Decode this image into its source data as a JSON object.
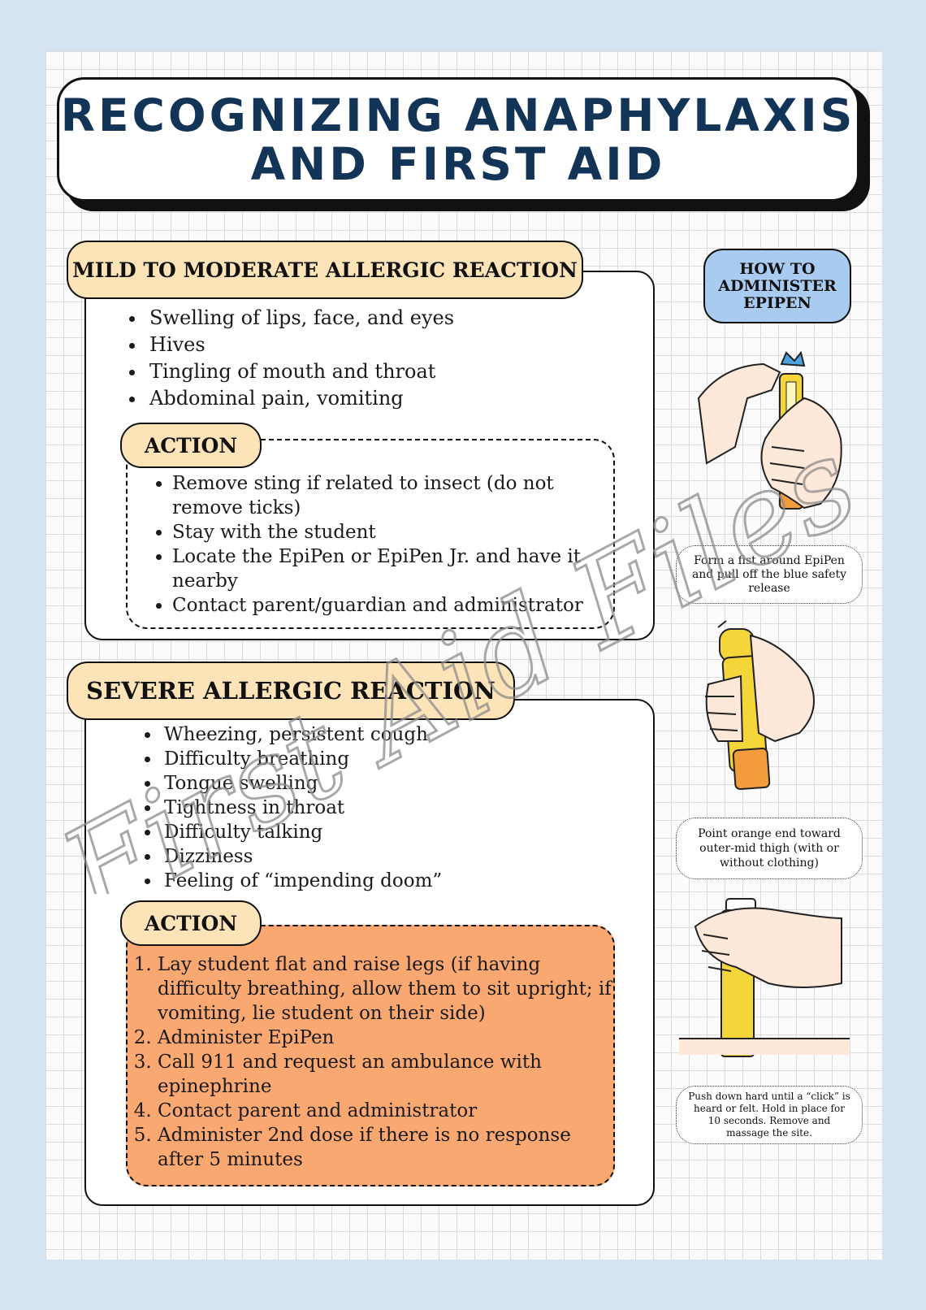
{
  "title": {
    "line1": "RECOGNIZING ANAPHYLAXIS",
    "line2": "AND FIRST AID"
  },
  "mild": {
    "heading": "MILD TO MODERATE ALLERGIC REACTION",
    "symptoms": [
      "Swelling of lips, face, and eyes",
      "Hives",
      "Tingling of mouth and throat",
      "Abdominal pain, vomiting"
    ],
    "action_label": "ACTION",
    "actions": [
      "Remove sting if related to insect (do not remove ticks)",
      "Stay with the student",
      "Locate the EpiPen or EpiPen Jr. and have it nearby",
      "Contact parent/guardian and administrator"
    ]
  },
  "severe": {
    "heading": "SEVERE ALLERGIC REACTION",
    "symptoms": [
      "Wheezing, persistent cough",
      "Difficulty breathing",
      "Tongue swelling",
      "Tightness in throat",
      "Difficulty talking",
      "Dizziness",
      "Feeling of “impending doom”"
    ],
    "action_label": "ACTION",
    "actions": [
      "Lay student flat and raise legs (if having difficulty breathing, allow them to sit upright; if vomiting, lie student on their side)",
      "Administer EpiPen",
      "Call 911 and request an ambulance with epinephrine",
      "Contact parent and administrator",
      "Administer 2nd dose if there is no response after 5 minutes"
    ]
  },
  "epipen": {
    "heading": "HOW TO ADMINISTER EPIPEN",
    "steps": [
      "Form a fist around EpiPen and pull off the blue safety release",
      "Point orange end toward outer-mid thigh (with or without clothing)",
      "Push down hard until a “click” is heard or felt. Hold in place for 10 seconds. Remove and massage the site."
    ]
  },
  "watermark": "First Aid Files",
  "colors": {
    "background": "#d6e4f2",
    "title_text": "#123456",
    "pill": "#fde3b8",
    "severe_action_fill": "#f9a872",
    "side_heading": "#a9cbf0",
    "epipen_yellow": "#f5d63a",
    "epipen_orange": "#f39c3c",
    "epipen_blue": "#4aa3df"
  }
}
